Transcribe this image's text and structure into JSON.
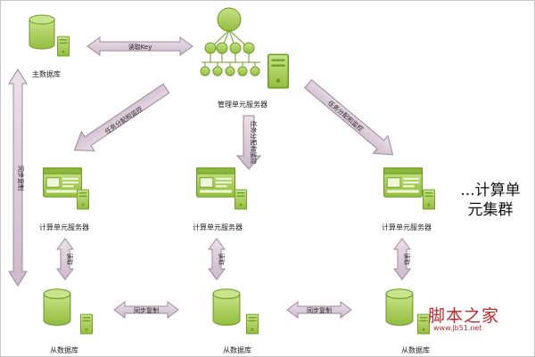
{
  "nodes": {
    "master_db": "主数据库",
    "manager_server": "管理单元服务器",
    "compute_server_left": "计算单元服务器",
    "compute_server_mid": "计算单元服务器",
    "compute_server_right": "计算单元服务器",
    "slave_db_left": "从数据库",
    "slave_db_mid": "从数据库",
    "slave_db_right": "从数据库"
  },
  "edges": {
    "read_key": "读取Key",
    "replicate_vertical": "同步复制",
    "task_left": "任务分配和监控",
    "task_mid": "任务分配和监控",
    "task_right": "任务分配和监控",
    "read_left": "读取",
    "read_mid": "读取",
    "read_right": "读取",
    "sync_left": "同步复制",
    "sync_right": "同步复制"
  },
  "annotation": {
    "line1": "...计算单",
    "line2": "元集群"
  },
  "watermark": {
    "text": "脚本之家",
    "url": "www.jb51.net"
  },
  "colors": {
    "node_green": "#a9cf5a",
    "node_green_dark": "#6e9a22",
    "arrow_fill": "#d8c6d6",
    "arrow_stroke": "#9c8a9a",
    "watermark": "#c0282d"
  }
}
